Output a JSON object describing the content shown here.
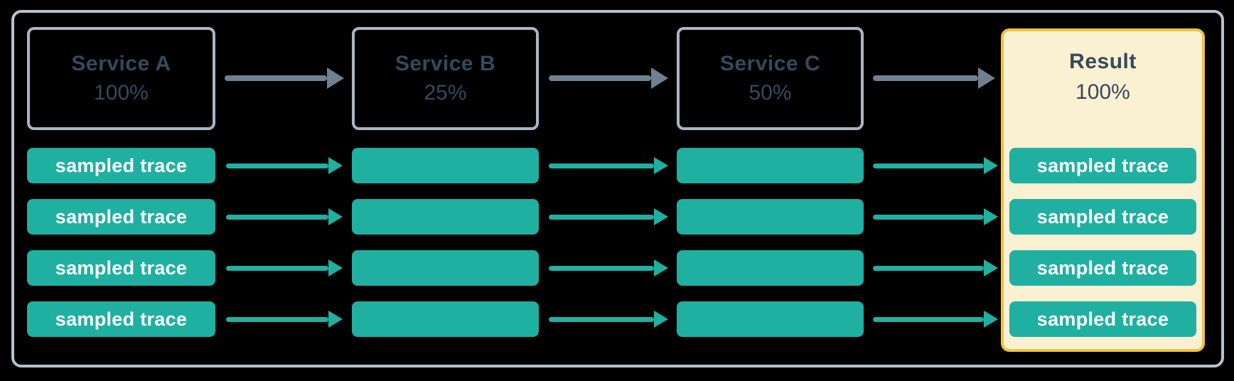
{
  "diagram": {
    "description_type": "sampling-flow-diagram",
    "columns": [
      {
        "id": "service-a",
        "title": "Service A",
        "rate": "100%",
        "kind": "service"
      },
      {
        "id": "service-b",
        "title": "Service B",
        "rate": "25%",
        "kind": "service"
      },
      {
        "id": "service-c",
        "title": "Service C",
        "rate": "50%",
        "kind": "service"
      },
      {
        "id": "result",
        "title": "Result",
        "rate": "100%",
        "kind": "result"
      }
    ],
    "trace_label": "sampled trace",
    "trace_row_count": 4,
    "labeled_trace_columns": [
      "service-a",
      "result"
    ],
    "unlabeled_trace_columns": [
      "service-b",
      "service-c"
    ]
  },
  "colors": {
    "background": "#000000",
    "frame_border": "#B7C2CC",
    "service_box_border": "#A9B6C5",
    "heading_text": "#35495E",
    "trace_teal": "#1FB0A2",
    "trace_text": "#FFFFFF",
    "flow_arrow_gray": "#6F8191",
    "result_background": "#FAF0D2",
    "result_border": "#F2C23E"
  }
}
